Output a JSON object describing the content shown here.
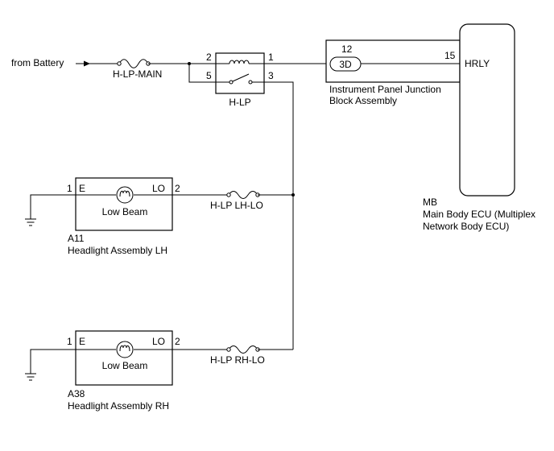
{
  "source": {
    "label": "from Battery"
  },
  "fuses": {
    "main": "H-LP-MAIN",
    "lh": "H-LP LH-LO",
    "rh": "H-LP RH-LO"
  },
  "relay": {
    "name": "H-LP",
    "pins": {
      "p2": "2",
      "p5": "5",
      "p1": "1",
      "p3": "3"
    }
  },
  "junction_block": {
    "pin_in": "12",
    "connector": "3D",
    "name_line1": "Instrument Panel Junction",
    "name_line2": "Block Assembly"
  },
  "ecu": {
    "pin": "15",
    "terminal": "HRLY",
    "code": "MB",
    "name_line1": "Main Body ECU (Multiplex",
    "name_line2": "Network Body ECU)"
  },
  "headlight_lh": {
    "pin_e": "1",
    "label_e": "E",
    "label_lo": "LO",
    "pin_lo": "2",
    "lamp": "Low Beam",
    "code": "A11",
    "name": "Headlight Assembly LH"
  },
  "headlight_rh": {
    "pin_e": "1",
    "label_e": "E",
    "label_lo": "LO",
    "pin_lo": "2",
    "lamp": "Low Beam",
    "code": "A38",
    "name": "Headlight Assembly RH"
  }
}
